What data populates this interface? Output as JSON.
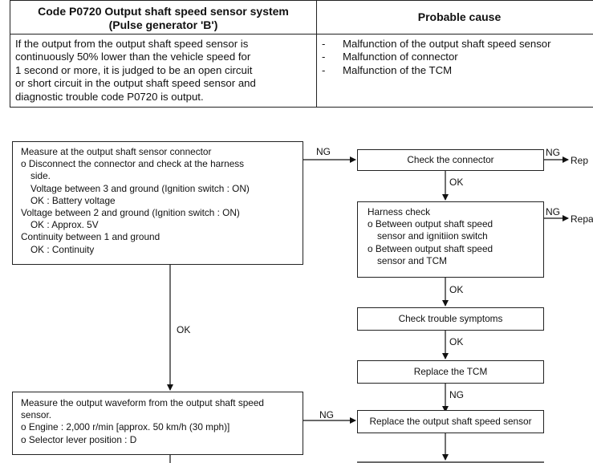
{
  "table": {
    "code_header": "Code P0720 Output shaft speed sensor system (Pulse generator 'B')",
    "code_header_line1": "Code P0720 Output shaft speed sensor system",
    "code_header_line2": "(Pulse generator 'B')",
    "cause_header": "Probable cause",
    "description_lines": [
      "If the output from the output shaft speed sensor is",
      "continuously 50% lower than the vehicle speed for",
      "1 second or more, it is judged to be an open circuit",
      "or short circuit in the output shaft speed sensor and",
      "diagnostic trouble code P0720 is output."
    ],
    "causes": [
      "Malfunction of the output shaft speed sensor",
      "Malfunction of connector",
      "Malfunction of the TCM"
    ],
    "dash": "-"
  },
  "flow": {
    "measure_connector_lines": [
      "Measure at the output shaft sensor connector",
      "o Disconnect the connector and check at the harness",
      "    side.",
      "    Voltage between 3 and ground (Ignition switch : ON)",
      "    OK : Battery voltage",
      "Voltage between 2 and ground (Ignition switch : ON)",
      "    OK : Approx. 5V",
      "Continuity between 1 and ground",
      "    OK : Continuity"
    ],
    "check_connector": "Check the connector",
    "harness_check_lines": [
      "Harness check",
      "o Between output shaft speed",
      "    sensor and ignitiion switch",
      "o Between output shaft speed",
      "    sensor and TCM"
    ],
    "check_symptoms": "Check trouble symptoms",
    "replace_tcm": "Replace the TCM",
    "measure_waveform_lines": [
      "Measure the output waveform from the output shaft speed",
      "sensor.",
      "o Engine : 2,000 r/min [approx. 50 km/h (30 mph)]",
      "o Selector lever position : D"
    ],
    "replace_sensor": "Replace the output shaft speed sensor",
    "labels": {
      "ng": "NG",
      "ok": "OK",
      "rep_cut_1": "Rep",
      "rep_cut_2": "Repa"
    }
  }
}
